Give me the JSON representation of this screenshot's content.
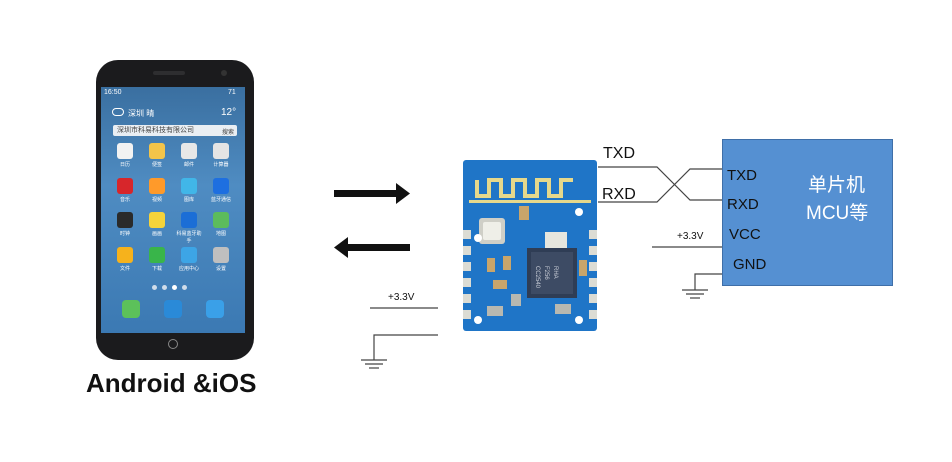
{
  "phone": {
    "status_time": "16:50",
    "status_right": "71",
    "weather_city": "深圳 晴",
    "weather_temp": "12°",
    "search_text": "深圳市科易科技有限公司",
    "search_button": "搜索",
    "apps": [
      {
        "label": "日历",
        "icon": "calendar-icon",
        "color": "#f2f2f2"
      },
      {
        "label": "便签",
        "icon": "notes-icon",
        "color": "#f3c44a"
      },
      {
        "label": "邮件",
        "icon": "mail-icon",
        "color": "#e7e7e7"
      },
      {
        "label": "计算器",
        "icon": "calculator-icon",
        "color": "#e4e4e4"
      },
      {
        "label": "音乐",
        "icon": "music-icon",
        "color": "#d7262b"
      },
      {
        "label": "视频",
        "icon": "video-icon",
        "color": "#ff9a2a"
      },
      {
        "label": "图库",
        "icon": "gallery-icon",
        "color": "#41b6e8"
      },
      {
        "label": "蓝牙通信",
        "icon": "bluetooth-app-icon",
        "color": "#1e6fe0"
      },
      {
        "label": "时钟",
        "icon": "clock-icon",
        "color": "#2a2a2a"
      },
      {
        "label": "画画",
        "icon": "draw-icon",
        "color": "#f5d33a"
      },
      {
        "label": "科易蓝牙助手",
        "icon": "bluetooth-icon",
        "color": "#1b6ed6"
      },
      {
        "label": "地图",
        "icon": "map-icon",
        "color": "#5cbc5c"
      },
      {
        "label": "文件",
        "icon": "folder-icon",
        "color": "#f6b21c"
      },
      {
        "label": "下载",
        "icon": "download-icon",
        "color": "#39b54a"
      },
      {
        "label": "应用中心",
        "icon": "app-center-icon",
        "color": "#3da5e6"
      },
      {
        "label": "设置",
        "icon": "settings-icon",
        "color": "#bfbfbf"
      }
    ],
    "dock": [
      {
        "icon": "phone-call-icon",
        "color": "#5cc15a"
      },
      {
        "icon": "contacts-icon",
        "color": "#2a8ad8"
      },
      {
        "icon": "messages-icon",
        "color": "#3aa0e8"
      }
    ]
  },
  "platform_label": "Android &iOS",
  "module": {
    "chip_text_1": "CC2540",
    "chip_text_2": "F256",
    "chip_text_3": "RHA"
  },
  "wires": {
    "txd": "TXD",
    "rxd": "RXD",
    "module_power": "+3.3V",
    "mcu_power": "+3.3V"
  },
  "mcu": {
    "pins": [
      "TXD",
      "RXD",
      "VCC",
      "GND"
    ],
    "name_line1": "单片机",
    "name_line2": "MCU等"
  },
  "colors": {
    "module_blue": "#1f75c7",
    "mcu_blue": "#5590d2"
  }
}
